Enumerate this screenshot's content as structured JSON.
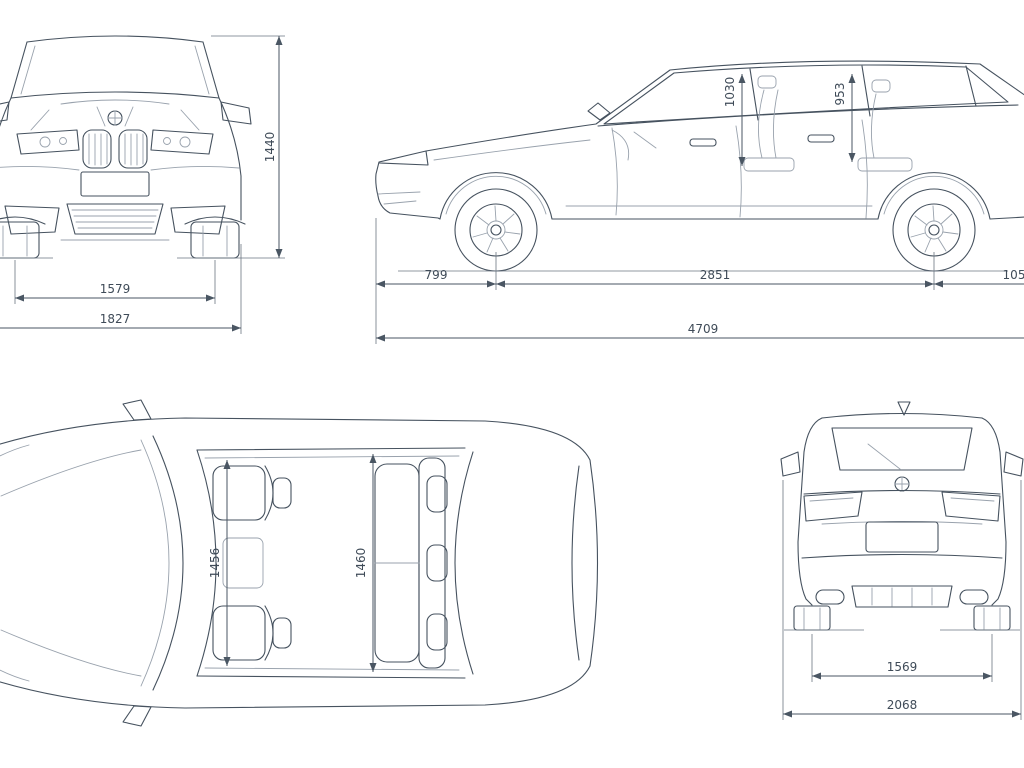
{
  "colors": {
    "background": "#ffffff",
    "line": "#46525f",
    "light_line": "#99a2ad",
    "text": "#3f4b58"
  },
  "views": {
    "front": {
      "height": "1440",
      "track": "1579",
      "width": "1827"
    },
    "side": {
      "front_overhang": "799",
      "wheelbase": "2851",
      "rear_overhang": "105",
      "length": "4709",
      "front_headroom": "1030",
      "rear_headroom": "953"
    },
    "top": {
      "front_interior_width": "1456",
      "rear_interior_width": "1460"
    },
    "rear": {
      "track": "1569",
      "width_mirrors": "2068"
    }
  }
}
